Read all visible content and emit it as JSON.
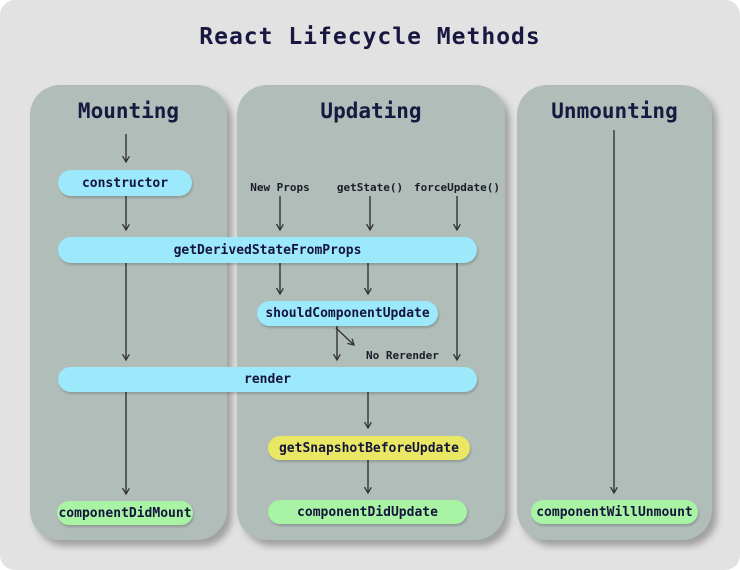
{
  "page": {
    "title": "React Lifecycle Methods"
  },
  "colors": {
    "page_background": "#e3e2e2",
    "panel": "#b0bdb9",
    "pill_blue": "#9ce9fb",
    "pill_green": "#a9f3a5",
    "pill_yellow": "#e9e763",
    "heading_text": "#181840",
    "arrow": "#333333"
  },
  "columns": {
    "mounting": {
      "title": "Mounting"
    },
    "updating": {
      "title": "Updating"
    },
    "unmounting": {
      "title": "Unmounting"
    }
  },
  "nodes": {
    "constructor": "constructor",
    "getDerivedStateFromProps": "getDerivedStateFromProps",
    "shouldComponentUpdate": "shouldComponentUpdate",
    "render": "render",
    "getSnapshotBeforeUpdate": "getSnapshotBeforeUpdate",
    "componentDidMount": "componentDidMount",
    "componentDidUpdate": "componentDidUpdate",
    "componentWillUnmount": "componentWillUnmount"
  },
  "annotations": {
    "new_props": "New Props",
    "get_state": "getState()",
    "force_update": "forceUpdate()",
    "no_rerender": "No Rerender"
  }
}
